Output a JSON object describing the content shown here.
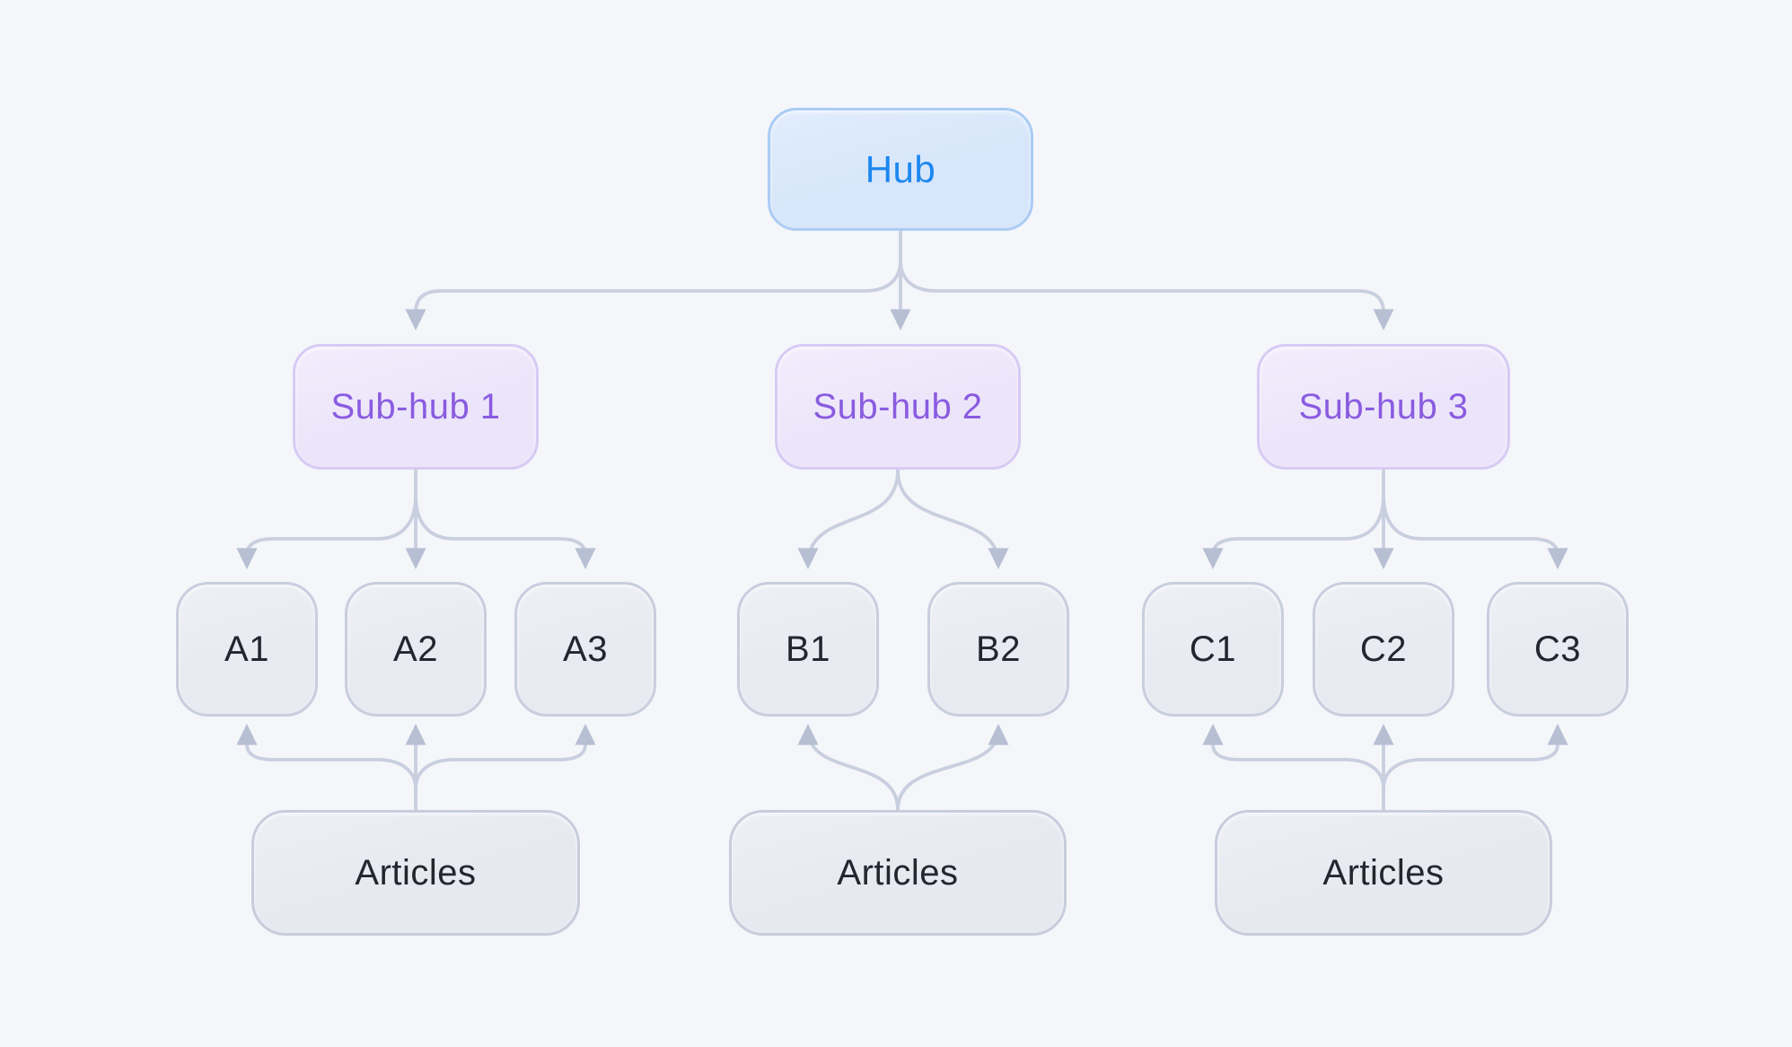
{
  "diagram": {
    "hub": {
      "label": "Hub"
    },
    "groups": [
      {
        "subhub_label": "Sub-hub 1",
        "children": [
          "A1",
          "A2",
          "A3"
        ],
        "articles_label": "Articles"
      },
      {
        "subhub_label": "Sub-hub 2",
        "children": [
          "B1",
          "B2"
        ],
        "articles_label": "Articles"
      },
      {
        "subhub_label": "Sub-hub 3",
        "children": [
          "C1",
          "C2",
          "C3"
        ],
        "articles_label": "Articles"
      }
    ],
    "colors": {
      "background": "#f4f6fa",
      "hub_fill": "#d8e6fa",
      "hub_border": "#abccf4",
      "hub_text": "#1c87f0",
      "subhub_fill": "#ece6fa",
      "subhub_border": "#d7cbf4",
      "subhub_text": "#8a5ce0",
      "child_fill": "#e8eaf2",
      "child_border": "#c9cede",
      "child_text": "#23262e",
      "connector_line": "#c9cfdf",
      "connector_arrowhead": "#b7bfd3"
    }
  }
}
